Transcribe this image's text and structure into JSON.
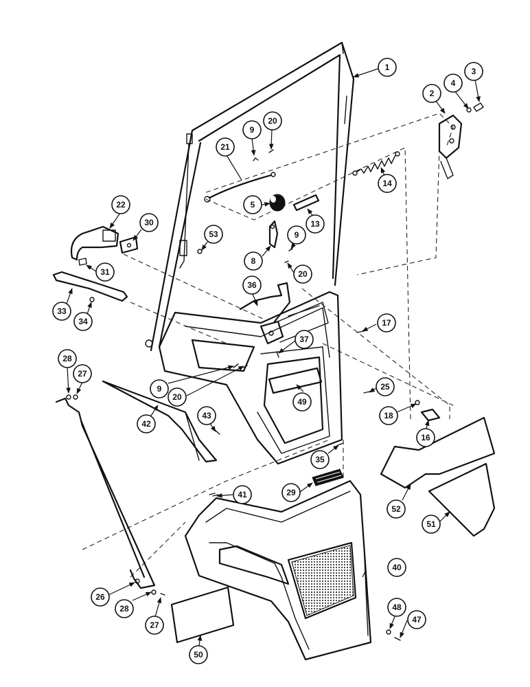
{
  "callouts": [
    "1",
    "2",
    "3",
    "4",
    "5",
    "8",
    "9",
    "9",
    "9",
    "13",
    "14",
    "16",
    "17",
    "18",
    "20",
    "20",
    "20",
    "21",
    "22",
    "25",
    "26",
    "27",
    "27",
    "28",
    "28",
    "29",
    "30",
    "31",
    "33",
    "34",
    "35",
    "36",
    "37",
    "40",
    "41",
    "42",
    "43",
    "47",
    "48",
    "49",
    "50",
    "51",
    "52",
    "53"
  ],
  "colors": {
    "ink": "#111111",
    "paper": "#ffffff"
  }
}
